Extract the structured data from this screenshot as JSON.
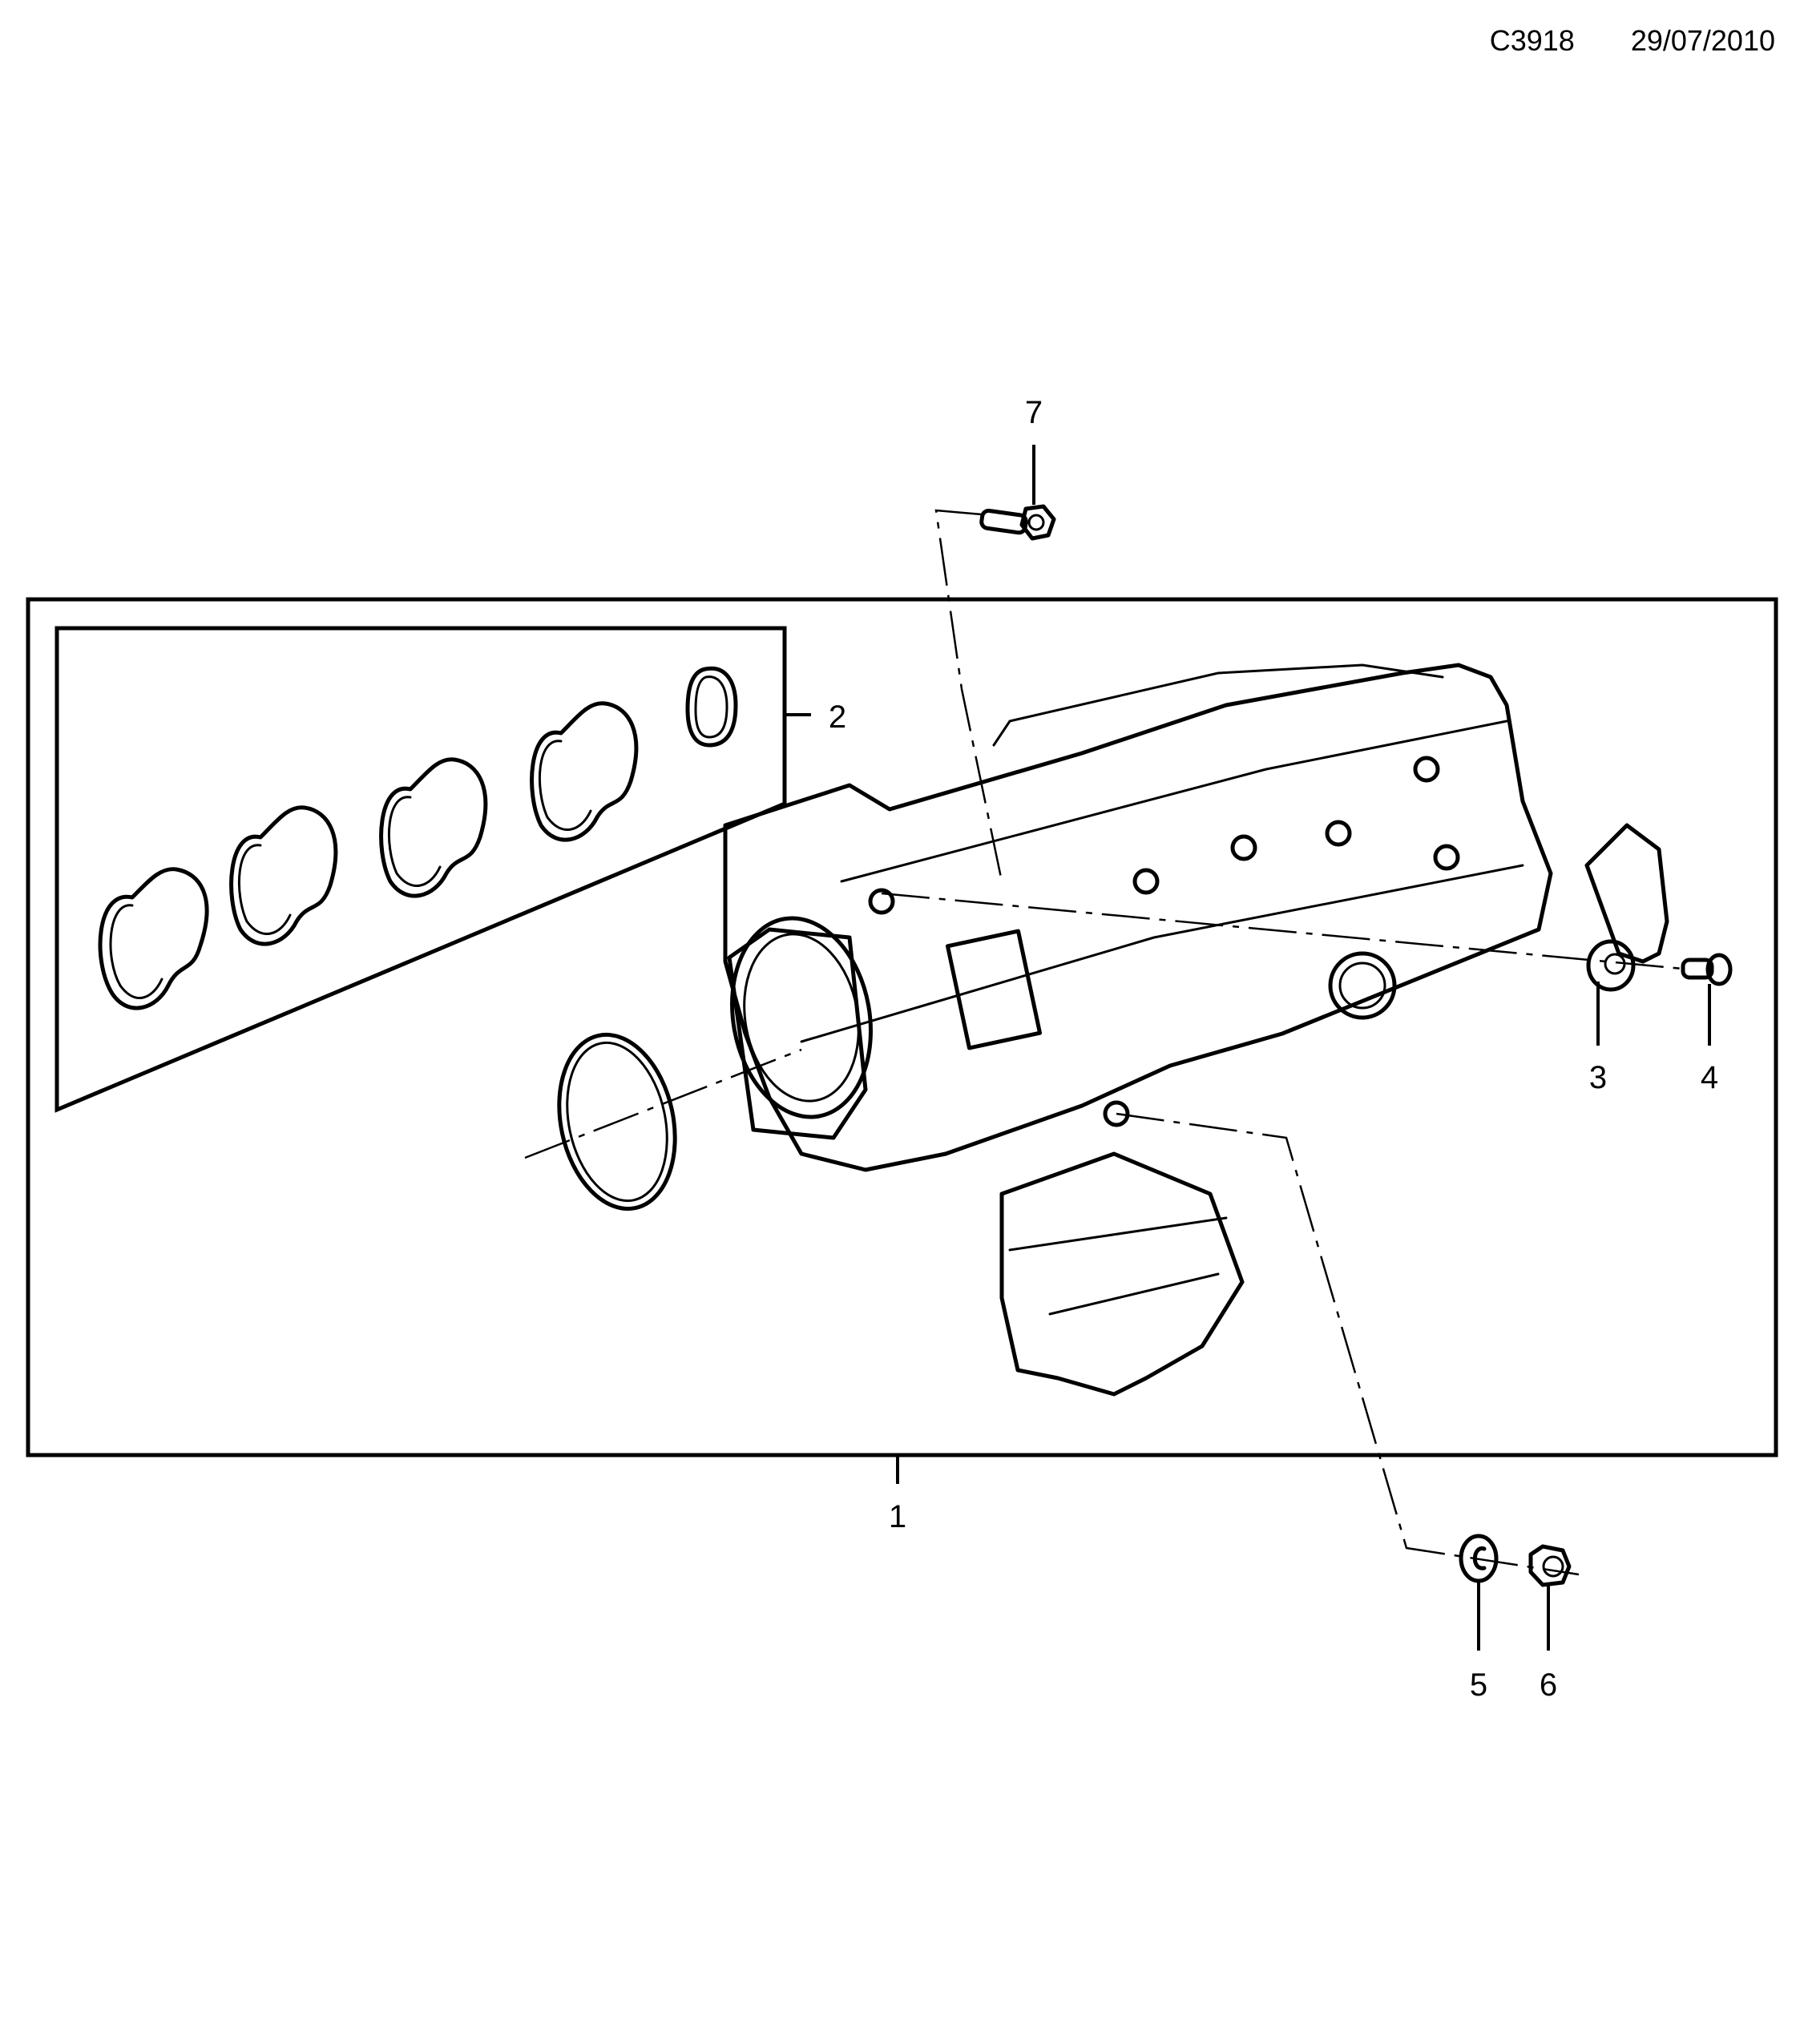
{
  "header": {
    "diagram_code": "C3918",
    "date": "29/07/2010"
  },
  "diagram": {
    "type": "exploded parts diagram",
    "subject": "intake manifold assembly",
    "line_color": "#000000",
    "background": "#ffffff"
  },
  "callouts": [
    {
      "id": "1",
      "label": "1",
      "part": "manifold-assembly"
    },
    {
      "id": "2",
      "label": "2",
      "part": "gasket-set"
    },
    {
      "id": "3",
      "label": "3",
      "part": "pressure-sensor"
    },
    {
      "id": "4",
      "label": "4",
      "part": "sensor-screw"
    },
    {
      "id": "5",
      "label": "5",
      "part": "washer"
    },
    {
      "id": "6",
      "label": "6",
      "part": "nut"
    },
    {
      "id": "7",
      "label": "7",
      "part": "flange-bolt"
    }
  ]
}
